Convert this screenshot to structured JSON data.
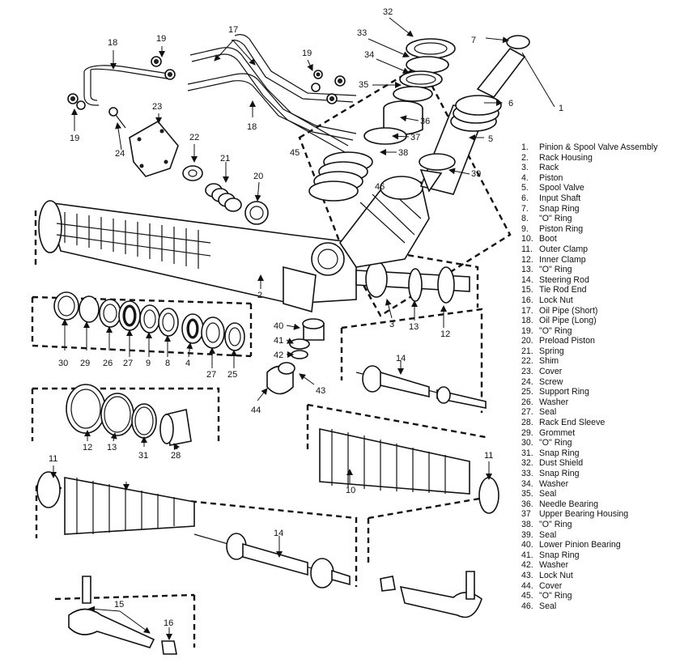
{
  "callouts": [
    "1",
    "2",
    "3",
    "4",
    "5",
    "6",
    "7",
    "8",
    "9",
    "10",
    "11",
    "11",
    "12",
    "12",
    "13",
    "13",
    "14",
    "14",
    "15",
    "16",
    "17",
    "18",
    "18",
    "19",
    "19",
    "19",
    "20",
    "21",
    "22",
    "23",
    "24",
    "25",
    "26",
    "27",
    "27",
    "28",
    "29",
    "30",
    "31",
    "32",
    "33",
    "34",
    "35",
    "36",
    "37",
    "38",
    "39",
    "40",
    "41",
    "42",
    "43",
    "44",
    "45",
    "46"
  ],
  "legend": [
    {
      "num": "1.",
      "label": "Pinion & Spool Valve Assembly"
    },
    {
      "num": "2.",
      "label": "Rack Housing"
    },
    {
      "num": "3.",
      "label": "Rack"
    },
    {
      "num": "4.",
      "label": "Piston"
    },
    {
      "num": "5.",
      "label": "Spool Valve"
    },
    {
      "num": "6.",
      "label": "Input Shaft"
    },
    {
      "num": "7.",
      "label": "Snap Ring"
    },
    {
      "num": "8.",
      "label": "\"O\" Ring"
    },
    {
      "num": "9.",
      "label": "Piston Ring"
    },
    {
      "num": "10.",
      "label": "Boot"
    },
    {
      "num": "11.",
      "label": "Outer Clamp"
    },
    {
      "num": "12.",
      "label": "Inner Clamp"
    },
    {
      "num": "13.",
      "label": "\"O\" Ring"
    },
    {
      "num": "14.",
      "label": "Steering Rod"
    },
    {
      "num": "15.",
      "label": "Tie Rod End"
    },
    {
      "num": "16.",
      "label": "Lock Nut"
    },
    {
      "num": "17.",
      "label": "Oil Pipe (Short)"
    },
    {
      "num": "18.",
      "label": "Oil Pipe (Long)"
    },
    {
      "num": "19.",
      "label": "\"O\" Ring"
    },
    {
      "num": "20.",
      "label": "Preload Piston"
    },
    {
      "num": "21.",
      "label": "Spring"
    },
    {
      "num": "22.",
      "label": "Shim"
    },
    {
      "num": "23.",
      "label": "Cover"
    },
    {
      "num": "24.",
      "label": "Screw"
    },
    {
      "num": "25.",
      "label": "Support Ring"
    },
    {
      "num": "26.",
      "label": "Washer"
    },
    {
      "num": "27.",
      "label": "Seal"
    },
    {
      "num": "28.",
      "label": "Rack End Sleeve"
    },
    {
      "num": "29.",
      "label": "Grommet"
    },
    {
      "num": "30.",
      "label": "\"O\" Ring"
    },
    {
      "num": "31.",
      "label": "Snap Ring"
    },
    {
      "num": "32.",
      "label": "Dust Shield"
    },
    {
      "num": "33.",
      "label": "Snap Ring"
    },
    {
      "num": "34.",
      "label": "Washer"
    },
    {
      "num": "35.",
      "label": "Seal"
    },
    {
      "num": "36.",
      "label": "Needle Bearing"
    },
    {
      "num": "37",
      "label": "Upper Bearing Housing"
    },
    {
      "num": "38.",
      "label": "\"O\" Ring"
    },
    {
      "num": "39.",
      "label": "Seal"
    },
    {
      "num": "40.",
      "label": "Lower Pinion Bearing"
    },
    {
      "num": "41.",
      "label": "Snap Ring"
    },
    {
      "num": "42.",
      "label": "Washer"
    },
    {
      "num": "43.",
      "label": "Lock Nut"
    },
    {
      "num": "44.",
      "label": "Cover"
    },
    {
      "num": "45.",
      "label": "\"O\" Ring"
    },
    {
      "num": "46.",
      "label": "Seal"
    }
  ]
}
